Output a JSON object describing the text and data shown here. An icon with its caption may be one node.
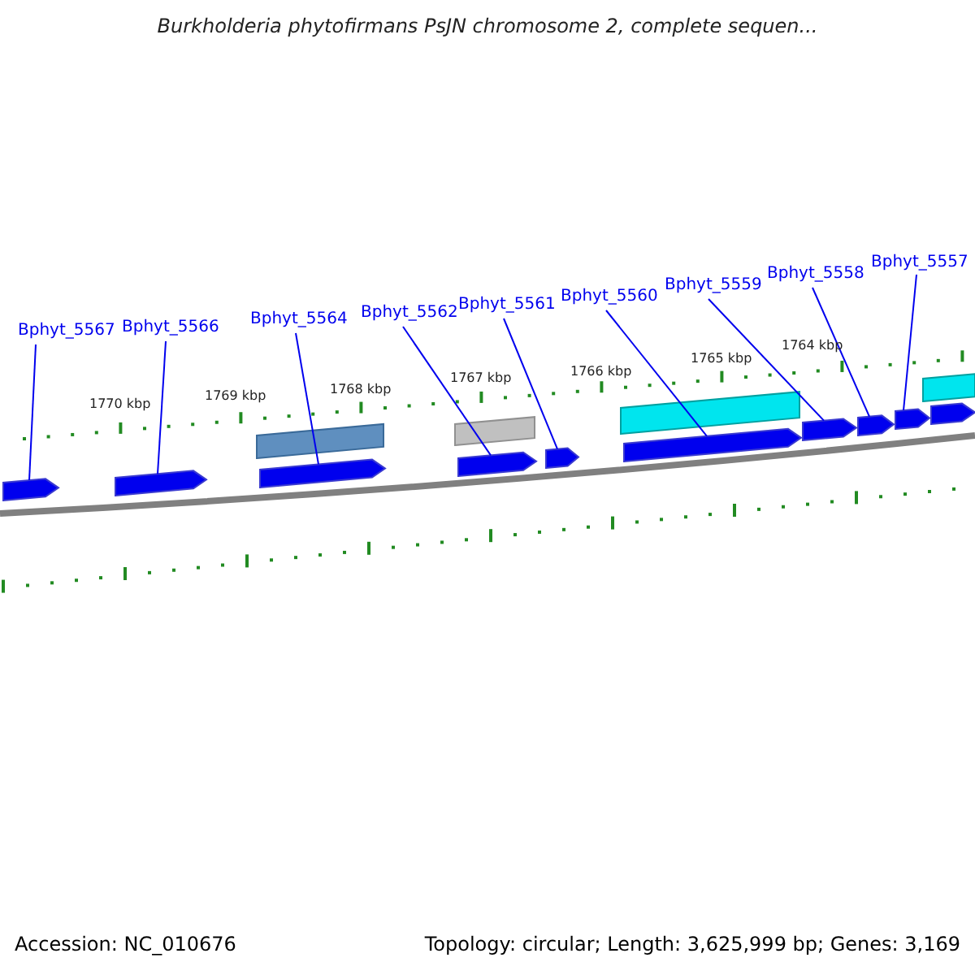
{
  "diagram": {
    "title": "Burkholderia phytofirmans PsJN chromosome 2, complete sequen...",
    "nodes": [
      {
        "text": [
          "Bphyt_5567"
        ]
      },
      {
        "text": [
          "Bphyt_5566"
        ]
      },
      {
        "text": [
          "Bphyt_5564"
        ]
      },
      {
        "text": [
          "Bphyt_5562"
        ]
      },
      {
        "text": [
          "Bphyt_5561"
        ]
      },
      {
        "text": [
          "Bphyt_5560"
        ]
      },
      {
        "text": [
          "Bphyt_5559"
        ]
      },
      {
        "text": [
          "Bphyt_5558"
        ]
      },
      {
        "text": [
          "Bphyt_5557"
        ]
      },
      {
        "text": [],
        "shape": "pentagon"
      },
      {
        "text": [],
        "shape": "pentagon"
      },
      {
        "text": [],
        "shape": "pentagon"
      },
      {
        "text": [],
        "shape": "pentagon"
      },
      {
        "text": [],
        "shape": "pentagon"
      },
      {
        "text": [],
        "shape": "pentagon"
      },
      {
        "text": [],
        "shape": "pentagon"
      },
      {
        "text": [],
        "shape": "pentagon"
      },
      {
        "text": [],
        "shape": "pentagon"
      },
      {
        "text": [],
        "shape": "pentagon"
      },
      {
        "text": [],
        "shape": "bar"
      },
      {
        "text": [],
        "shape": "bar"
      },
      {
        "text": [],
        "shape": "bar"
      },
      {
        "text": [],
        "shape": "bar"
      }
    ],
    "edges": [
      {
        "from": 0,
        "to": 9,
        "arrow": "none"
      },
      {
        "from": 1,
        "to": 10,
        "arrow": "none"
      },
      {
        "from": 2,
        "to": 11,
        "arrow": "none"
      },
      {
        "from": 3,
        "to": 12,
        "arrow": "none"
      },
      {
        "from": 4,
        "to": 13,
        "arrow": "none"
      },
      {
        "from": 5,
        "to": 14,
        "arrow": "none"
      },
      {
        "from": 6,
        "to": 15,
        "arrow": "none"
      },
      {
        "from": 7,
        "to": 16,
        "arrow": "none"
      },
      {
        "from": 8,
        "to": 17,
        "arrow": "none"
      }
    ],
    "labels": [
      "1770 kbp",
      "1769 kbp",
      "1768 kbp",
      "1767 kbp",
      "1766 kbp",
      "1765 kbp",
      "1764 kbp",
      "Accession: NC_010676",
      "Topology: circular; Length: 3,625,999 bp; Genes: 3,169"
    ]
  }
}
